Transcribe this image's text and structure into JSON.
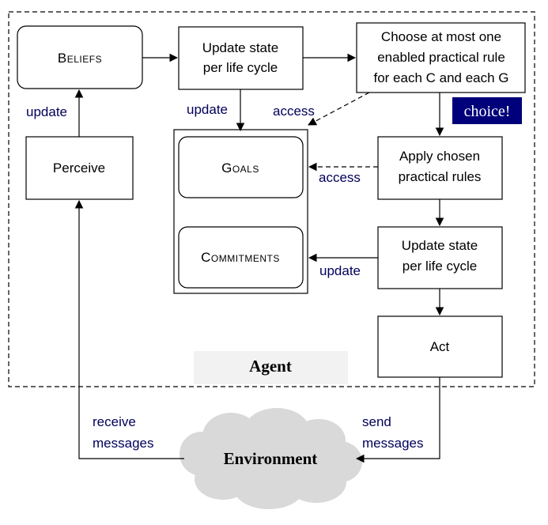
{
  "nodes": {
    "beliefs": "Beliefs",
    "update_state_top": [
      "Update state",
      "per life cycle"
    ],
    "choose_rule": [
      "Choose at most one",
      "enabled practical rule",
      "for each C and each G"
    ],
    "perceive": "Perceive",
    "goals": "Goals",
    "commitments": "Commitments",
    "apply_rules": [
      "Apply chosen",
      "practical rules"
    ],
    "update_state_mid": [
      "Update state",
      "per life cycle"
    ],
    "act": "Act",
    "environment": "Environment",
    "agent": "Agent"
  },
  "badge": "choice!",
  "edge_labels": {
    "update_beliefs": "update",
    "update_goals": "update",
    "access_goals_top": "access",
    "access_goals_right": "access",
    "update_commitments": "update",
    "receive": [
      "receive",
      "messages"
    ],
    "send": [
      "send",
      "messages"
    ]
  },
  "colors": {
    "edge_label": "#00005a",
    "badge_bg": "#00007a",
    "cloud": "#d9d9d9",
    "agent_label_bg": "#f2f2f2"
  }
}
